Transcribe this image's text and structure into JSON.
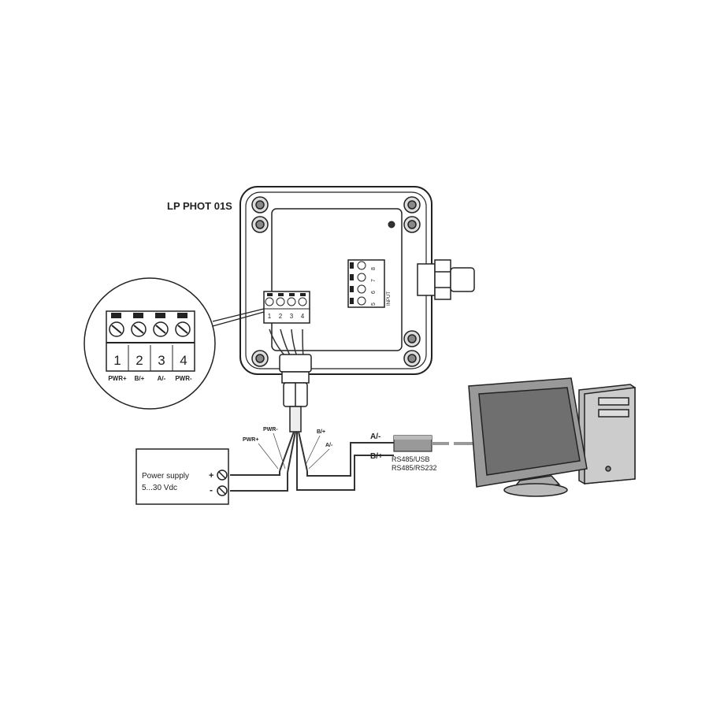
{
  "device": {
    "title": "LP PHOT 01S",
    "terminals": [
      {
        "number": "1",
        "label": "PWR+"
      },
      {
        "number": "2",
        "label": "B/+"
      },
      {
        "number": "3",
        "label": "A/-"
      },
      {
        "number": "4",
        "label": "PWR-"
      }
    ],
    "input_block": {
      "label": "INPUT",
      "numbers": [
        "5",
        "6",
        "7",
        "8"
      ]
    }
  },
  "wires": {
    "pwr_plus": "PWR+",
    "pwr_minus": "PWR-",
    "b_plus": "B/+",
    "a_minus": "A/-"
  },
  "power_supply": {
    "line1": "Power supply",
    "line2": "5...30 Vdc",
    "plus": "+",
    "minus": "-"
  },
  "converter": {
    "a_label": "A/-",
    "b_label": "B/+",
    "line1": "RS485/USB",
    "line2": "RS485/RS232"
  },
  "colors": {
    "line": "#222222",
    "fill_gray": "#9a9a9a",
    "screen": "#7a7a7a"
  }
}
